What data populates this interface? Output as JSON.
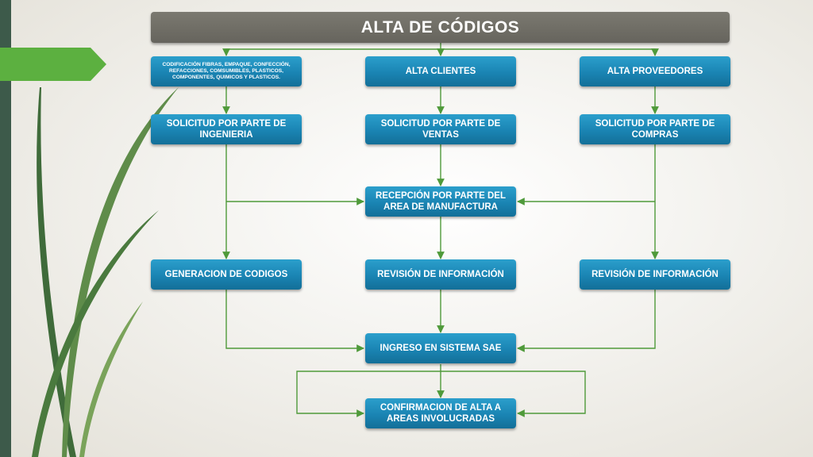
{
  "title": "ALTA DE CÓDIGOS",
  "colors": {
    "box_fill": "#1a84b3",
    "title_fill": "#6f6d66",
    "connector": "#4f9a3a",
    "side_bar": "#3d5a4a",
    "arrow_tab": "#5cb040"
  },
  "nodes": {
    "codificacion": "CODIFICACIÓN FIBRAS, EMPAQUE, CONFECCIÓN, REFACCIONES, COMSUMIBLES, PLASTICOS, COMPONENTES, QUIMICOS Y PLASTICOS.",
    "alta_clientes": "ALTA CLIENTES",
    "alta_proveedores": "ALTA PROVEEDORES",
    "solicitud_ingenieria": "SOLICITUD POR PARTE DE INGENIERIA",
    "solicitud_ventas": "SOLICITUD POR PARTE DE VENTAS",
    "solicitud_compras": "SOLICITUD POR PARTE DE COMPRAS",
    "recepcion_manufactura": "RECEPCIÓN POR PARTE DEL AREA DE MANUFACTURA",
    "generacion_codigos": "GENERACION DE CODIGOS",
    "revision_centro": "REVISIÓN DE INFORMACIÓN",
    "revision_derecha": "REVISIÓN DE INFORMACIÓN",
    "ingreso_sae": "INGRESO EN SISTEMA SAE",
    "confirmacion": "CONFIRMACION DE ALTA A AREAS INVOLUCRADAS"
  }
}
